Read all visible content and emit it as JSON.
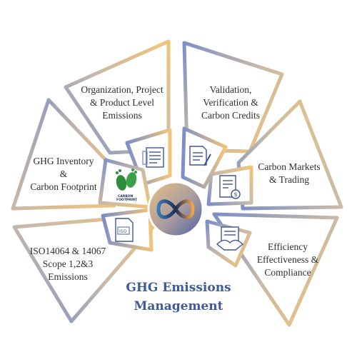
{
  "colors": {
    "gold": "#f0c47a",
    "blue": "#7d8fc8",
    "navy": "#3e5696",
    "title": "#3d5a9a",
    "hub_dark": "#2b3a6e"
  },
  "title": {
    "line1": "GHG Emissions",
    "line2": "Management"
  },
  "segments": [
    {
      "lines": [
        "Organization, Project",
        "& Product Level",
        "Emissions"
      ],
      "icon": "document-checklist-icon"
    },
    {
      "lines": [
        "Validation,",
        "Verification &",
        "Carbon Credits"
      ],
      "icon": "document-pen-icon"
    },
    {
      "lines": [
        "Carbon Markets",
        "& Trading"
      ],
      "icon": "certificate-coin-icon"
    },
    {
      "lines": [
        "Efficiency",
        "Effectiveness &",
        "Compliance"
      ],
      "icon": "handshake-contract-icon"
    },
    {
      "lines": [
        "ISO14064 & 14067",
        "Scope 1,2&3",
        "Emissions"
      ],
      "icon": "iso-document-icon"
    },
    {
      "lines": [
        "GHG Inventory",
        "&",
        "Carbon Footprint"
      ],
      "icon": "carbon-footprint-icon",
      "icon_text": [
        "CARBON",
        "FOOTPRINT"
      ]
    }
  ],
  "hub": {
    "icon": "infinity-logo-icon"
  }
}
